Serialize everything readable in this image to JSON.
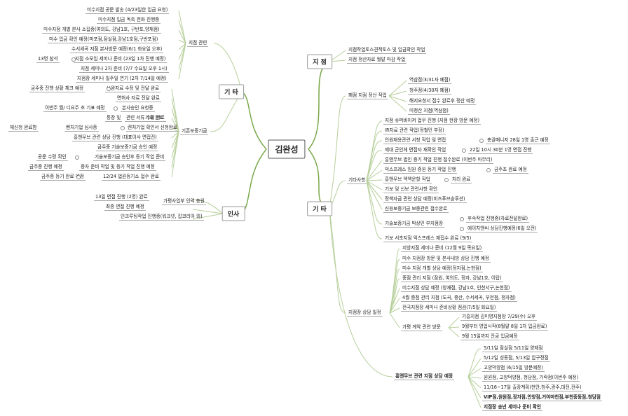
{
  "center": "김완성",
  "main_branches": {
    "jijeom": "지 점",
    "gita_left": "기 타",
    "insa": "인사",
    "gita_right": "기 타"
  },
  "jijeom_items": [
    "지점작업토스견적토스 및 입금확인 작업",
    "지점 정산자료 월말 마감 작업"
  ],
  "left_top": {
    "group_label": "지점 관련",
    "items": [
      "미수지점 공문 발송 (4/23일한 입금 요청)",
      "미수지점 입금 독촉 전화 진행중",
      "미수지점 개별 본사 소집중(여의도, 강남1호, 구반포,양재점)",
      "미수 입금 확인 예정(마포점,잠실점,강남1호점,구반포점)",
      "수서세곡 지점 본사방문 예정(6/1 화요일 오후)",
      "지점 소모임 세미나 준비 (23일 1차 진행 예정)",
      "지점 세미나 2차 준비 (7/7 수요일 오후 1시)",
      "지점장 세미나 일주일 연기 (2차 7/14일 예정)"
    ],
    "side_note": "13명 참석"
  },
  "left_gita": {
    "group_label": "기존보증기금",
    "items": [
      "보완자료 수정 및 전달 완료",
      "면허사 자료 전달 완료",
      "본사승인 요청중",
      "기표 완료",
      "관련 서류 수령 완료",
      "렌처기업 확인서 신청완료",
      "흥앤무브 관련 상담 진행 (대표이사 면접진)",
      "금주중 기술보증기금 승인 예정",
      "기술보증기금 승인후 등기 작업 준비",
      "증자 준비 작업 및 등기 작업 진행 예정",
      "12/24 법원등기소 접수 완료"
    ],
    "outer": [
      "금주중 진행 상황 체크 예정",
      "이번주 월/ 디요주 초 기표 예정",
      "통장 및",
      "벤처기업 심사중",
      "재신청 완료함",
      "공문 수령 확인",
      "금주중 진행 예정",
      "금주중 등기 완료 예정"
    ]
  },
  "insa_items": [
    "13일 면접 진행 (2명) 완료",
    "가평사업부 인력 충원",
    "최종 면접 진행 예정",
    "인크루팅작업 진행중(워크넷, 잡코리아 외)"
  ],
  "right_gita": {
    "g1_label": "폐점 지점 정산 작업",
    "g1_items": [
      "역삼점(3/31자 폐점)",
      "청주점(4/30자 폐점)",
      "해지요청서 접수 완료후 정산 예정",
      "미정산 지점(역삼점)"
    ],
    "g2_label": "기타사항",
    "g2_items": [
      "지점 슈퍼바이저 업무 진행 (지점 현장 방문 예정)",
      "IR자료 관련 작업(정철민 부장)",
      "인원채용관련 서칭 작업 및 면접",
      "총괄매니저 28일 1명 출근 예정",
      "제대 군인체 면접자 재확인 작업",
      "22일 10시 30분 1명 면접 진행",
      "흥앤무브 법인 증기 작업 진행 접수완료 (이번주 마무리)",
      "익스프레스 임원 증원 등기 작업 진행",
      "금주초 완료 예정",
      "흥앤무브 멕멕운할 작업",
      "처리 완료",
      "기보 및 신보 관련사항 확인",
      "정책자금 관련 상담 예정(비즈푸브솔루션)",
      "신용보증기금 보증관련 접수완료",
      "기술보증기금 박상민 부지점장",
      "후속작업 진행중(자료전달완료)",
      "에이치앤씨 상담진행예정(6일 오전)",
      "기보 서초지점 익스프레스 재접수 완료 (9/5)"
    ],
    "g3_label": "지점장 상담 일정",
    "g3_items": [
      "지방지점 세미나 준비 (12월 9일 목요일)",
      "미수 지점장 방문 및 본사내방 상담 진행 예정",
      "미수 지점 개별 상담 예정(정자점,논현점)",
      "중점 관리 지점 (잠원, 여의도, 정자, 강남1호, 이탑)",
      "미수지점 상담 예정 (양재점, 강남1호, 인천서구,논현점)",
      "4월 중점 관리 지점 (도곡, 중산, 수서세곡, 부천점, 정자점)",
      "전국지점장 세미나 준비상황 점검(7/5일 화요일)",
      "기흥지점 김미영지점장 7/29(수) 오후",
      "9월부터 영업시작(8월말 8일 1차 입금완료)",
      "9월 15일까지 잔금 입금예정"
    ],
    "g3_sub_label": "가평 계약 관련 방문",
    "g4_label": "흥앤무브 관련 지점 상담 예정",
    "g4_items": [
      "5/11일 잠실점  5/11일 양재점",
      "5/12일 성동점, 5/13일 압구정점",
      "고양덕양점 (6/15일 방문예정)",
      "원원점, 고양덕양점, 청담점, 가락점(이번주 예정)",
      "11/16~17일 출장계획(천안,청주,광주,대전,전주)",
      "VIP점,원원점,정자점,안양점,거여마천점,부천중동점,청담점",
      "지점장 송년 세미나 준비 확인"
    ]
  }
}
